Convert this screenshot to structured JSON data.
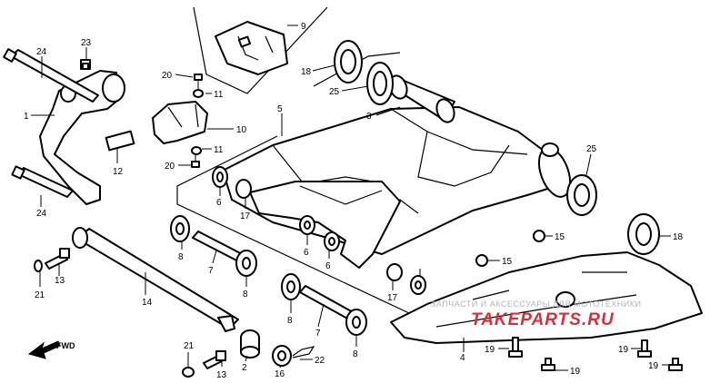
{
  "labels": {
    "l1": "1",
    "l2": "2",
    "l3": "3",
    "l4": "4",
    "l5": "5",
    "l6a": "6",
    "l6b": "6",
    "l6c": "6",
    "l7a": "7",
    "l7b": "7",
    "l8a": "8",
    "l8b": "8",
    "l8c": "8",
    "l8d": "8",
    "l9": "9",
    "l10": "10",
    "l11a": "11",
    "l11b": "11",
    "l12": "12",
    "l13a": "13",
    "l13b": "13",
    "l14": "14",
    "l15a": "15",
    "l15b": "15",
    "l16": "16",
    "l17a": "17",
    "l17b": "17",
    "l18a": "18",
    "l18b": "18",
    "l19a": "19",
    "l19b": "19",
    "l19c": "19",
    "l19d": "19",
    "l20a": "20",
    "l20b": "20",
    "l21a": "21",
    "l21b": "21",
    "l22": "22",
    "l23": "23",
    "l24a": "24",
    "l24b": "24",
    "l25a": "25",
    "l25b": "25"
  },
  "fwd_label": "FWD",
  "watermark": {
    "line1": "ЗАПЧАСТИ И АКСЕССУАРЫ ДЛЯ МОТОТЕХНИКИ",
    "line2": "TAKEPARTS.RU"
  }
}
